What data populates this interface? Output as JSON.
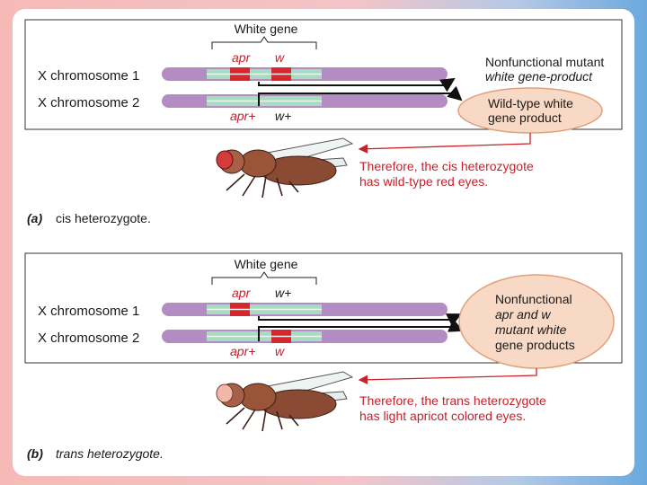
{
  "panel_a": {
    "gene_label": "White gene",
    "chr1_label": "X chromosome 1",
    "chr2_label": "X chromosome 2",
    "chr1_allele_left": "apr",
    "chr1_allele_right": "w",
    "chr2_allele_left": "apr+",
    "chr2_allele_right": "w+",
    "result_top_line1": "Nonfunctional mutant",
    "result_top_line2": "white gene-product",
    "result_bubble_line1": "Wild-type white",
    "result_bubble_line2": "gene product",
    "conclusion_line1": "Therefore, the cis heterozygote",
    "conclusion_line2": "has wild-type red eyes.",
    "caption_letter": "(a)",
    "caption_text": "cis heterozygote."
  },
  "panel_b": {
    "gene_label": "White gene",
    "chr1_label": "X chromosome 1",
    "chr2_label": "X chromosome 2",
    "chr1_allele_left": "apr",
    "chr1_allele_right": "w+",
    "chr2_allele_left": "apr+",
    "chr2_allele_right": "w",
    "bubble_line1": "Nonfunctional",
    "bubble_line2": "apr and w",
    "bubble_line3": "mutant white",
    "bubble_line4": "gene products",
    "conclusion_line1": "Therefore, the trans heterozygote",
    "conclusion_line2": "has light apricot colored eyes.",
    "caption_letter": "(b)",
    "caption_text": "trans heterozygote."
  },
  "colors": {
    "chromosome": "#b48cc4",
    "gene_region": "#a8dcc0",
    "mutation": "#d8262e",
    "bubble": "#f8d9c6",
    "red_text": "#c8202a",
    "frame_left": "#f6b9b6",
    "frame_right": "#6aa9dd"
  }
}
